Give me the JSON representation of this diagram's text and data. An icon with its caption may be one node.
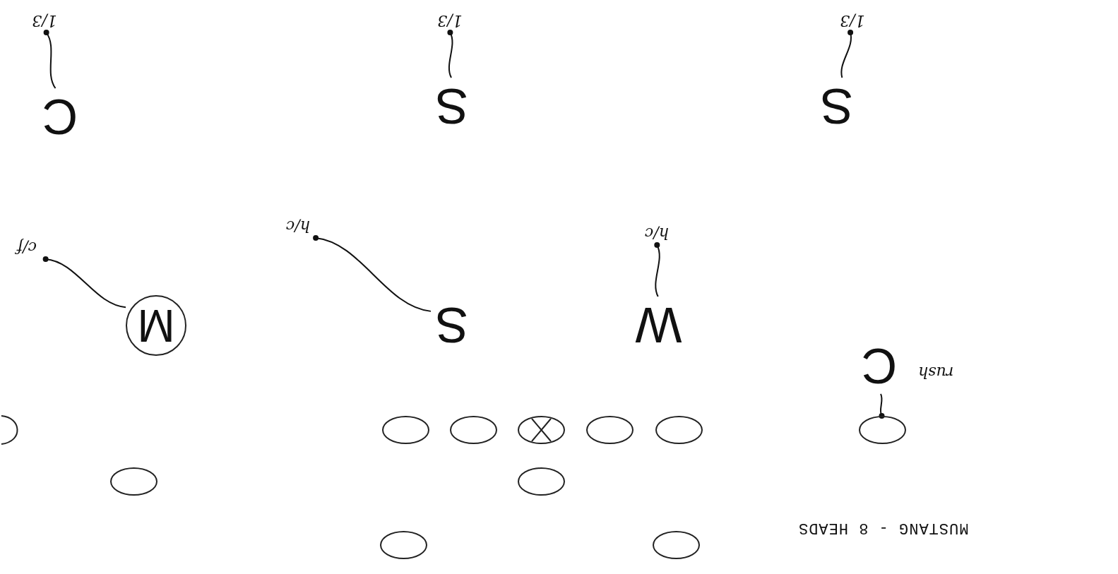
{
  "diagram": {
    "caption": "MUSTANG - 8 HEADS",
    "nodes": [
      {
        "text": [
          "1/3"
        ]
      },
      {
        "text": [
          "C"
        ]
      },
      {
        "text": [
          "1/3"
        ]
      },
      {
        "text": [
          "S"
        ]
      },
      {
        "text": [
          "1/3"
        ]
      },
      {
        "text": [
          "S"
        ]
      },
      {
        "text": [
          "c/f"
        ]
      },
      {
        "text": [
          "h/c"
        ]
      },
      {
        "text": [
          "h/c"
        ]
      },
      {
        "text": [
          "M"
        ]
      },
      {
        "text": [
          "S"
        ]
      },
      {
        "text": [
          "W"
        ]
      },
      {
        "text": [
          "C"
        ]
      },
      {
        "text": [],
        "shape": "circle"
      },
      {
        "text": [],
        "shape": "circle"
      },
      {
        "text": [],
        "shape": "circle"
      },
      {
        "text": [],
        "shape": "circle"
      },
      {
        "text": [],
        "shape": "circle"
      },
      {
        "text": [],
        "shape": "circle"
      },
      {
        "text": [],
        "shape": "circle"
      },
      {
        "text": [],
        "shape": "circle"
      },
      {
        "text": [],
        "shape": "circle"
      },
      {
        "text": [],
        "shape": "circle"
      },
      {
        "text": [],
        "shape": "circle"
      }
    ],
    "edges": [
      {
        "from": 1,
        "to": 0,
        "arrow": "other"
      },
      {
        "from": 3,
        "to": 2,
        "arrow": "other"
      },
      {
        "from": 5,
        "to": 4,
        "arrow": "other"
      },
      {
        "from": 9,
        "to": 6,
        "arrow": "other"
      },
      {
        "from": 10,
        "to": 7,
        "arrow": "other"
      },
      {
        "from": 11,
        "to": 8,
        "arrow": "other"
      },
      {
        "from": 12,
        "to": 18,
        "arrow": "other"
      }
    ],
    "labels": [
      "rush"
    ]
  }
}
